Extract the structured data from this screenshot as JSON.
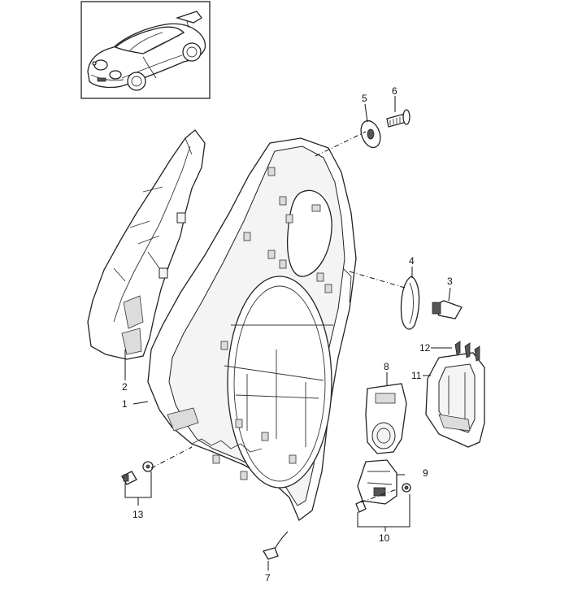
{
  "callouts": {
    "p1": "1",
    "p2": "2",
    "p3": "3",
    "p4": "4",
    "p5": "5",
    "p6": "6",
    "p7": "7",
    "p8": "8",
    "p9": "9",
    "p10": "10",
    "p11": "11",
    "p12": "12",
    "p13": "13"
  },
  "icons": {
    "vehicle_thumbnail": "sports-coupe-illustration"
  }
}
